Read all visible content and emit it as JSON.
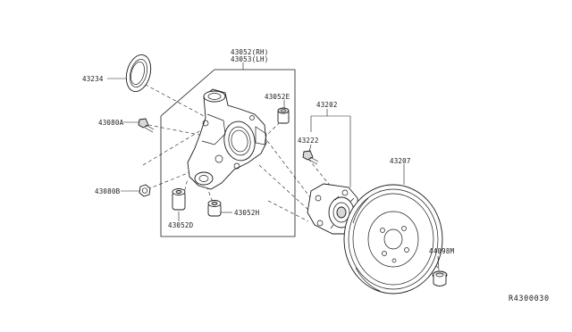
{
  "labels": {
    "p43052_rh": "43052(RH)",
    "p43053_lh": "43053(LH)",
    "p43234": "43234",
    "p43080a": "43080A",
    "p43080b": "43080B",
    "p43052e": "43052E",
    "p43052d": "43052D",
    "p43052h": "43052H",
    "p43202": "43202",
    "p43222": "43222",
    "p43207": "43207",
    "p44098m": "44098M"
  },
  "reference_code": "R4300030"
}
